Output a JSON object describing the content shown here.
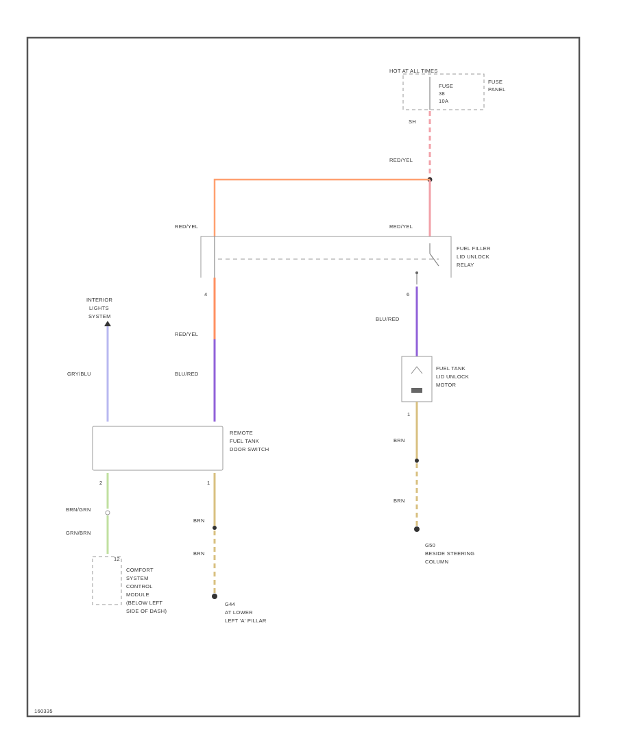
{
  "fuse": {
    "hot_label": "HOT AT ALL TIMES",
    "panel_label_1": "FUSE",
    "panel_label_2": "PANEL",
    "fuse_label_1": "FUSE",
    "fuse_label_2": "38",
    "fuse_label_3": "10A",
    "connector": "SH"
  },
  "wires": {
    "top_red_yel": "RED/YEL",
    "left_red_yel": "RED/YEL",
    "relay_red_yel": "RED/YEL",
    "left_mid_red_yel": "RED/YEL",
    "blu_red_left": "BLU/RED",
    "blu_red_right": "BLU/RED",
    "gry_blu": "GRY/BLU",
    "brn_grn": "BRN/GRN",
    "grn_brn": "GRN/BRN",
    "brn_1": "BRN",
    "brn_2": "BRN",
    "brn_3": "BRN",
    "brn_4": "BRN"
  },
  "relay": {
    "label_1": "FUEL FILLER",
    "label_2": "LID UNLOCK",
    "label_3": "RELAY",
    "pin_left": "4",
    "pin_right": "6"
  },
  "interior_lights": {
    "line_1": "INTERIOR",
    "line_2": "LIGHTS",
    "line_3": "SYSTEM"
  },
  "motor": {
    "line_1": "FUEL TANK",
    "line_2": "LID UNLOCK",
    "line_3": "MOTOR",
    "pin_bottom": "1"
  },
  "switch": {
    "line_1": "REMOTE",
    "line_2": "FUEL TANK",
    "line_3": "DOOR SWITCH",
    "pin_left": "2",
    "pin_right": "1"
  },
  "comfort": {
    "line_1": "COMFORT",
    "line_2": "SYSTEM",
    "line_3": "CONTROL",
    "line_4": "MODULE",
    "line_5": "(BELOW LEFT",
    "line_6": "SIDE OF DASH)",
    "pin": "12"
  },
  "grounds": {
    "g44_1": "G44",
    "g44_2": "AT LOWER",
    "g44_3": "LEFT 'A' PILLAR",
    "g50_1": "G50",
    "g50_2": "BESIDE STEERING",
    "g50_3": "COLUMN"
  },
  "footer": {
    "code": "160335"
  },
  "colors": {
    "red_yel": "#f2a0a8",
    "orange": "#ff9060",
    "purple": "#9060d8",
    "light_blue": "#b8b8f0",
    "brown": "#d8c080",
    "green": "#c0e0a0"
  }
}
